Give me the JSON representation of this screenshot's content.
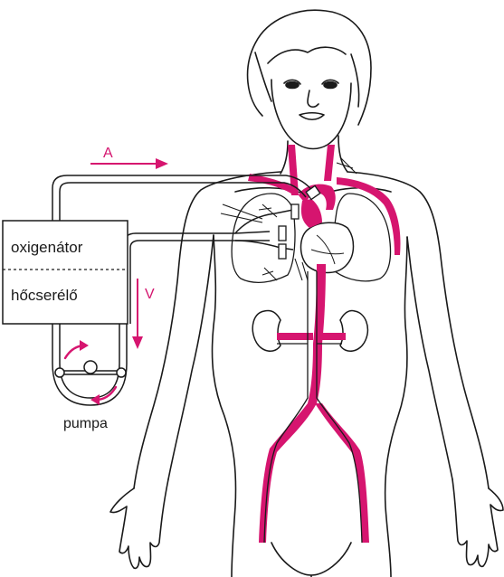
{
  "labels": {
    "arterial": "A",
    "venous": "V",
    "oxygenator": "oxigenátor",
    "heat_exchanger": "hőcserélő",
    "pump": "pumpa"
  },
  "colors": {
    "vessel": "#d6156f",
    "line": "#1a1a1a",
    "background": "#ffffff"
  }
}
